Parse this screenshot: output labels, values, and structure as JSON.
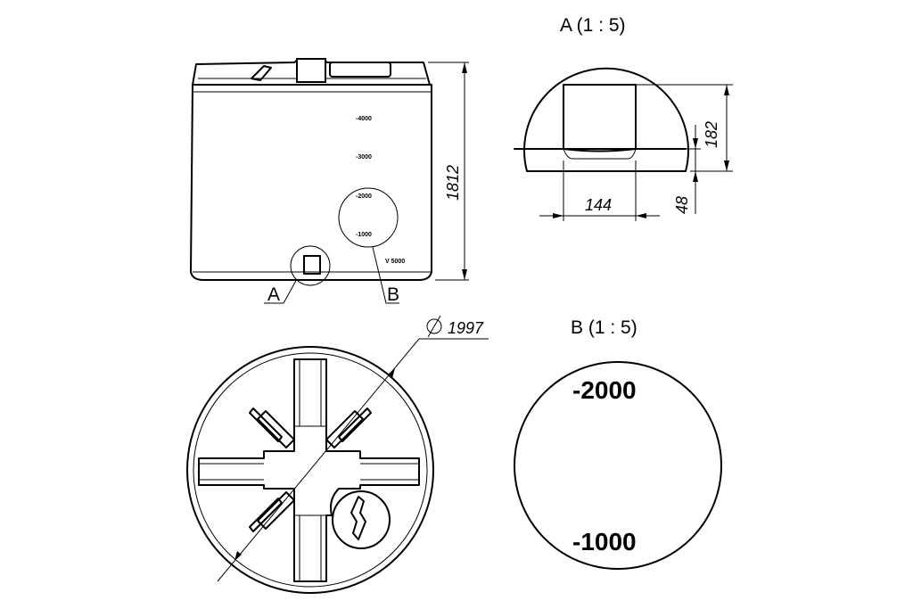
{
  "front_view": {
    "scale_marks": [
      "-4000",
      "-3000",
      "-2000",
      "-1000"
    ],
    "bottom_mark": "V 5000",
    "height_dim": "1812",
    "callout_a": "A",
    "callout_b": "B"
  },
  "top_view": {
    "diameter_dim": "1997",
    "diameter_symbol": "ϕ"
  },
  "detail_a": {
    "title": "A (1 : 5)",
    "dim_width": "144",
    "dim_height": "182",
    "dim_depth": "48"
  },
  "detail_b": {
    "title": "B (1 : 5)",
    "mark_upper": "-2000",
    "mark_lower": "-1000"
  }
}
